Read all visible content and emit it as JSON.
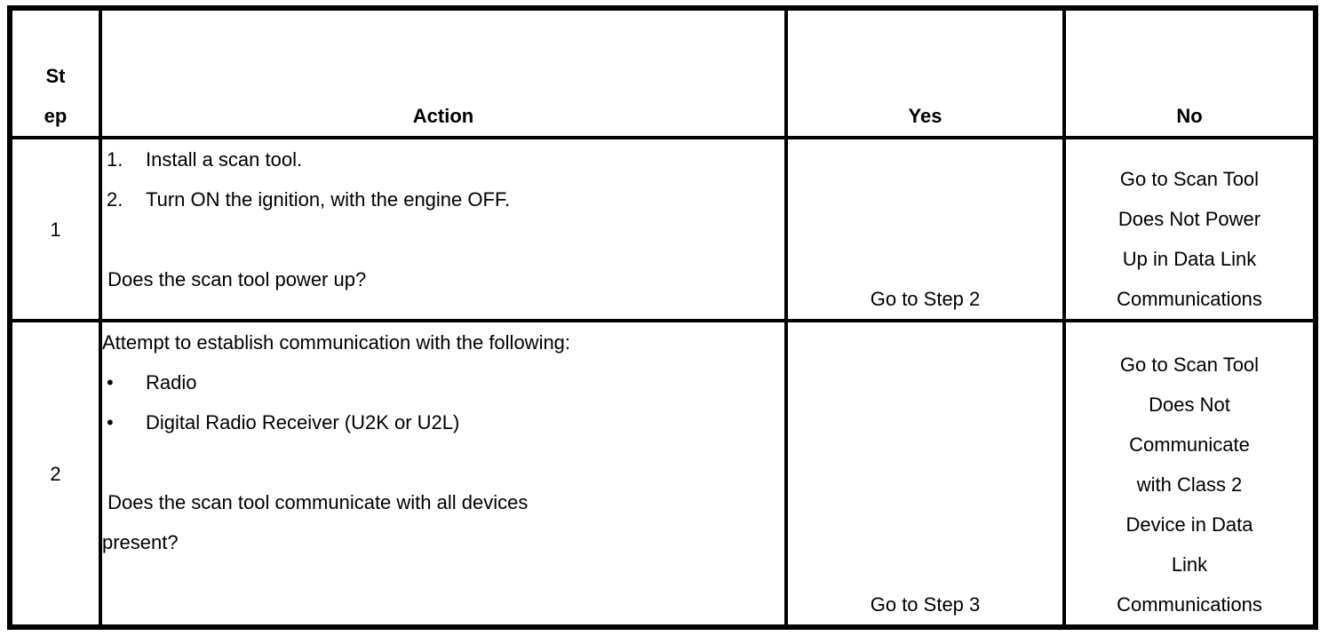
{
  "page": {
    "background": "#ffffff",
    "text_color": "#000000",
    "border_color": "#000000"
  },
  "table": {
    "headers": {
      "step_lines": [
        "St",
        "ep"
      ],
      "action": "Action",
      "yes": "Yes",
      "no": "No"
    },
    "bullet_char": "•",
    "rows": [
      {
        "step": "1",
        "action": {
          "numbered_items": [
            {
              "marker": "1.",
              "text": "Install a scan tool."
            },
            {
              "marker": "2.",
              "text": "Turn ON the ignition, with the engine OFF."
            }
          ],
          "question": " Does the scan tool power up?"
        },
        "yes": "Go to Step 2",
        "no_lines": [
          "Go to Scan Tool",
          "Does Not Power",
          "Up in Data Link",
          "Communications"
        ]
      },
      {
        "step": "2",
        "action": {
          "intro": "Attempt to establish communication with the following:",
          "bullet_items": [
            {
              "text": "Radio"
            },
            {
              "text": "Digital Radio Receiver (U2K or U2L)"
            }
          ],
          "question": " Does the scan tool communicate with all devices\npresent?"
        },
        "yes": "Go to Step 3",
        "no_lines": [
          "Go to Scan Tool",
          "Does Not",
          "Communicate",
          "with Class 2",
          "Device in Data",
          "Link",
          "Communications"
        ]
      }
    ]
  }
}
